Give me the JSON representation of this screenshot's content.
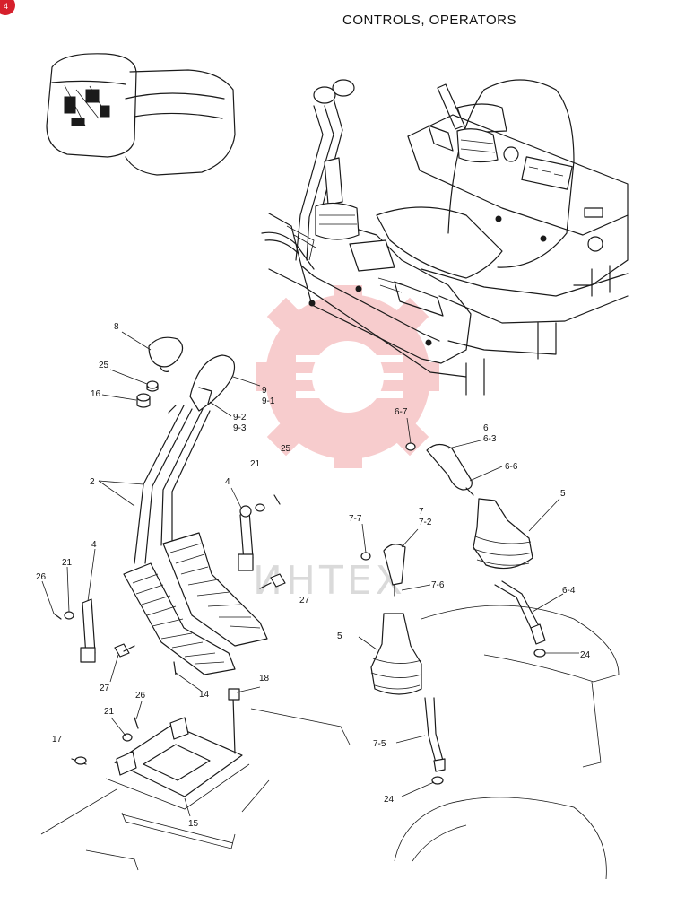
{
  "title": "CONTROLS, OPERATORS",
  "page_marker": "4",
  "colors": {
    "line": "#1a1a1a",
    "background": "#ffffff",
    "marker": "#d6202c",
    "watermark_gear": "#f2a3a6",
    "watermark_text": "#bdbdbd"
  },
  "watermark": {
    "icon": "gear-logo",
    "text": "ИНТЕХ"
  },
  "callouts": {
    "c8": "8",
    "c25a": "25",
    "c16": "16",
    "c9": "9",
    "c9_1": "9-1",
    "c9_2": "9-2",
    "c9_3": "9-3",
    "c2": "2",
    "c21a": "21",
    "c25b": "25",
    "c4a": "4",
    "c4b": "4",
    "c21b": "21",
    "c26a": "26",
    "c27a": "27",
    "c27b": "27",
    "c14": "14",
    "c18": "18",
    "c26b": "26",
    "c21c": "21",
    "c17": "17",
    "c15": "15",
    "c6_7": "6-7",
    "c6": "6",
    "c6_3": "6-3",
    "c6_6": "6-6",
    "c5a": "5",
    "c7_7": "7-7",
    "c7": "7",
    "c7_2": "7-2",
    "c7_6": "7-6",
    "c6_4": "6-4",
    "c24a": "24",
    "c5b": "5",
    "c7_5": "7-5",
    "c24b": "24"
  }
}
